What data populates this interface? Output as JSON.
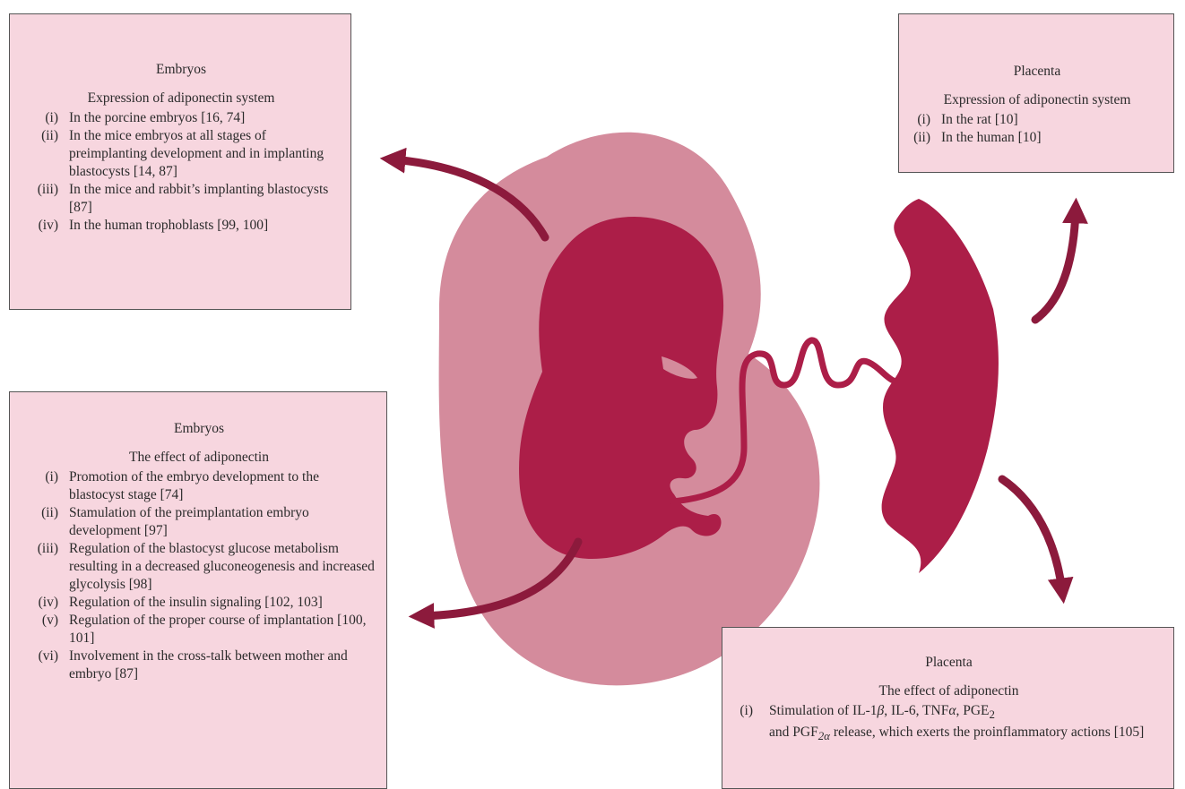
{
  "boxes": {
    "embryos_expression": {
      "title": "Embryos",
      "subtitle": "Expression of adiponectin system",
      "items": [
        {
          "num": "(i)",
          "text": "In the porcine embryos [16, 74]"
        },
        {
          "num": "(ii)",
          "text": "In the mice embryos at all stages of preimplanting development and in implanting blastocysts [14, 87]"
        },
        {
          "num": "(iii)",
          "text": "In the mice and rabbit’s implanting blastocysts [87]"
        },
        {
          "num": "(iv)",
          "text": "In the human trophoblasts [99, 100]"
        }
      ]
    },
    "placenta_expression": {
      "title": "Placenta",
      "subtitle": "Expression of adiponectin system",
      "items": [
        {
          "num": "(i)",
          "text": "In the rat [10]"
        },
        {
          "num": "(ii)",
          "text": "In the human [10]"
        }
      ]
    },
    "embryos_effect": {
      "title": "Embryos",
      "subtitle": "The effect of adiponectin",
      "items": [
        {
          "num": "(i)",
          "text": "Promotion of the embryo development to the blastocyst stage [74]"
        },
        {
          "num": "(ii)",
          "text": "Stamulation of the preimplantation embryo development [97]"
        },
        {
          "num": "(iii)",
          "text": "Regulation of the blastocyst glucose metabolism resulting in a decreased gluconeogenesis and increased glycolysis [98]"
        },
        {
          "num": "(iv)",
          "text": "Regulation of the insulin signaling [102, 103]"
        },
        {
          "num": "(v)",
          "text": "Regulation of the proper course of implantation [100, 101]"
        },
        {
          "num": "(vi)",
          "text": "Involvement in the cross-talk between mother and embryo [87]"
        }
      ]
    },
    "placenta_effect": {
      "title": "Placenta",
      "subtitle": "The effect of adiponectin",
      "item_num": "(i)",
      "text_1": "Stimulation of IL-1",
      "beta": "β",
      "text_2": ", IL-6, TNF",
      "alpha": "α",
      "text_3": ", PGE",
      "sub_2": "2",
      "text_4": "and PGF",
      "sub_2alpha": "2α",
      "text_5": " release, which exerts the proinflammatory actions [105]"
    }
  },
  "colors": {
    "box_fill": "#f7d6df",
    "box_border": "#555555",
    "uterus": "#d48b9c",
    "fetus": "#ac1e48",
    "placenta": "#ac1e48",
    "arrow": "#8c1a3c"
  }
}
